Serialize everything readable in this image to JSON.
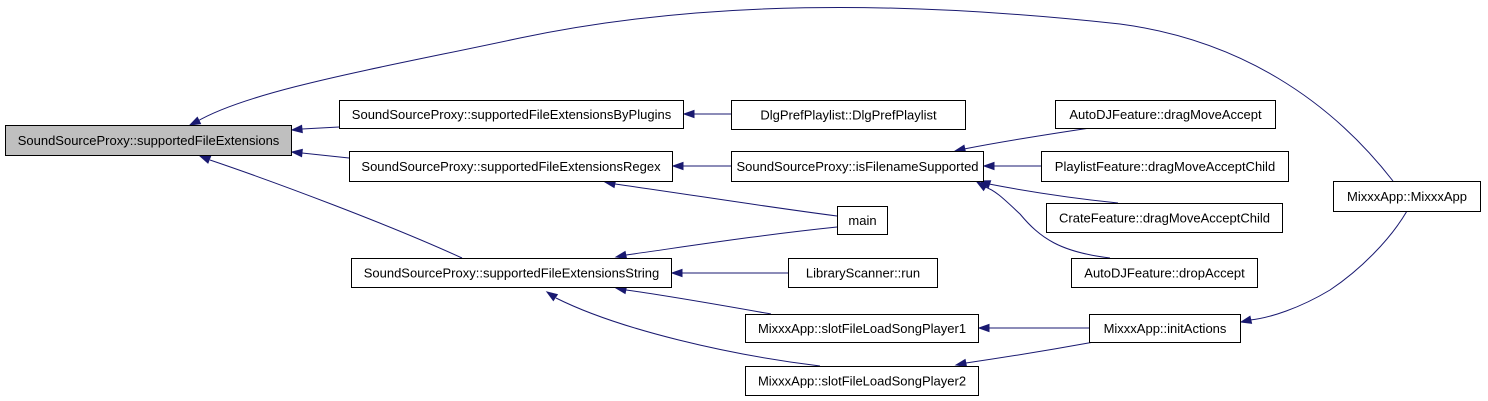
{
  "graph": {
    "nodes": {
      "root": {
        "label": "SoundSourceProxy::supportedFileExtensions",
        "highlighted": true
      },
      "byPlugins": {
        "label": "SoundSourceProxy::supportedFileExtensionsByPlugins"
      },
      "regex": {
        "label": "SoundSourceProxy::supportedFileExtensionsRegex"
      },
      "string": {
        "label": "SoundSourceProxy::supportedFileExtensionsString"
      },
      "dlgPref": {
        "label": "DlgPrefPlaylist::DlgPrefPlaylist"
      },
      "isFilename": {
        "label": "SoundSourceProxy::isFilenameSupported"
      },
      "main": {
        "label": "main"
      },
      "libScanner": {
        "label": "LibraryScanner::run"
      },
      "slot1": {
        "label": "MixxxApp::slotFileLoadSongPlayer1"
      },
      "slot2": {
        "label": "MixxxApp::slotFileLoadSongPlayer2"
      },
      "autoDJDrag": {
        "label": "AutoDJFeature::dragMoveAccept"
      },
      "playlistDrag": {
        "label": "PlaylistFeature::dragMoveAcceptChild"
      },
      "crateDrag": {
        "label": "CrateFeature::dragMoveAcceptChild"
      },
      "autoDJDrop": {
        "label": "AutoDJFeature::dropAccept"
      },
      "initActions": {
        "label": "MixxxApp::initActions"
      },
      "mixxxApp": {
        "label": "MixxxApp::MixxxApp"
      }
    },
    "edges": [
      {
        "from": "mixxxApp",
        "to": "root"
      },
      {
        "from": "byPlugins",
        "to": "root"
      },
      {
        "from": "regex",
        "to": "root"
      },
      {
        "from": "string",
        "to": "root"
      },
      {
        "from": "dlgPref",
        "to": "byPlugins"
      },
      {
        "from": "isFilename",
        "to": "regex"
      },
      {
        "from": "main",
        "to": "regex"
      },
      {
        "from": "main",
        "to": "string"
      },
      {
        "from": "libScanner",
        "to": "string"
      },
      {
        "from": "slot1",
        "to": "string"
      },
      {
        "from": "slot2",
        "to": "string"
      },
      {
        "from": "autoDJDrag",
        "to": "isFilename"
      },
      {
        "from": "playlistDrag",
        "to": "isFilename"
      },
      {
        "from": "crateDrag",
        "to": "isFilename"
      },
      {
        "from": "autoDJDrop",
        "to": "isFilename"
      },
      {
        "from": "initActions",
        "to": "slot1"
      },
      {
        "from": "initActions",
        "to": "slot2"
      },
      {
        "from": "initActions",
        "to": "mixxxApp"
      }
    ],
    "colors": {
      "edge": "#191970",
      "node_fill": "#ffffff",
      "node_highlight_fill": "#bfbfbf",
      "node_border": "#000000"
    }
  }
}
